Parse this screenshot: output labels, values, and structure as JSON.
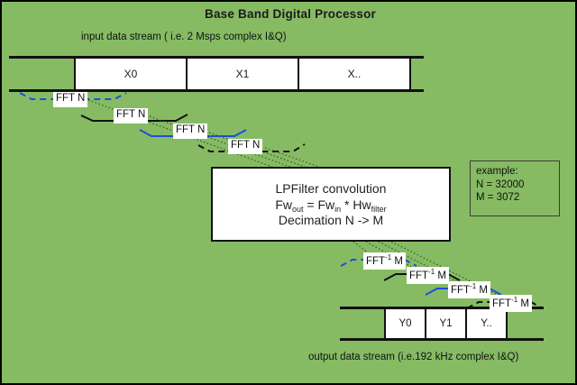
{
  "page": {
    "title": "Base Band Digital Processor",
    "background_color": "#86bb64",
    "border_color": "#000000"
  },
  "input_section": {
    "caption": "input data stream  ( i.e. 2 Msps complex I&Q)",
    "cells": [
      "X0",
      "X1",
      "X.."
    ]
  },
  "output_section": {
    "caption": "output data stream  (i.e.192 kHz complex I&Q)",
    "cells": [
      "Y0",
      "Y1",
      "Y.."
    ]
  },
  "fft_stages": [
    {
      "label": "FFT N",
      "style": "blue-dashed"
    },
    {
      "label": "FFT N",
      "style": "black-solid"
    },
    {
      "label": "FFT N",
      "style": "blue-solid"
    },
    {
      "label": "FFT N",
      "style": "black-dashed"
    }
  ],
  "ifft_stages": [
    {
      "label_base": "FFT",
      "label_exp": "-1",
      "label_tail": " M",
      "style": "blue-dashed"
    },
    {
      "label_base": "FFT",
      "label_exp": "-1",
      "label_tail": " M",
      "style": "black-solid"
    },
    {
      "label_base": "FFT",
      "label_exp": "-1",
      "label_tail": " M",
      "style": "blue-solid"
    },
    {
      "label_base": "FFT",
      "label_exp": "-1",
      "label_tail": " M",
      "style": "black-dashed"
    }
  ],
  "filter_box": {
    "line1": "LPFilter convolution",
    "line2_a": "Fw",
    "line2_sub_a": "out",
    "line2_b": " = Fw",
    "line2_sub_b": "in",
    "line2_c": " * Hw",
    "line2_sub_c": "filter",
    "line3": "Decimation   N -> M"
  },
  "example_box": {
    "title": "example:",
    "n_value": "N = 32000",
    "m_value": "M = 3072"
  },
  "colors": {
    "blue": "#1a4fe0",
    "black": "#111111",
    "dotted_green": "#2f5d20",
    "white": "#ffffff"
  }
}
